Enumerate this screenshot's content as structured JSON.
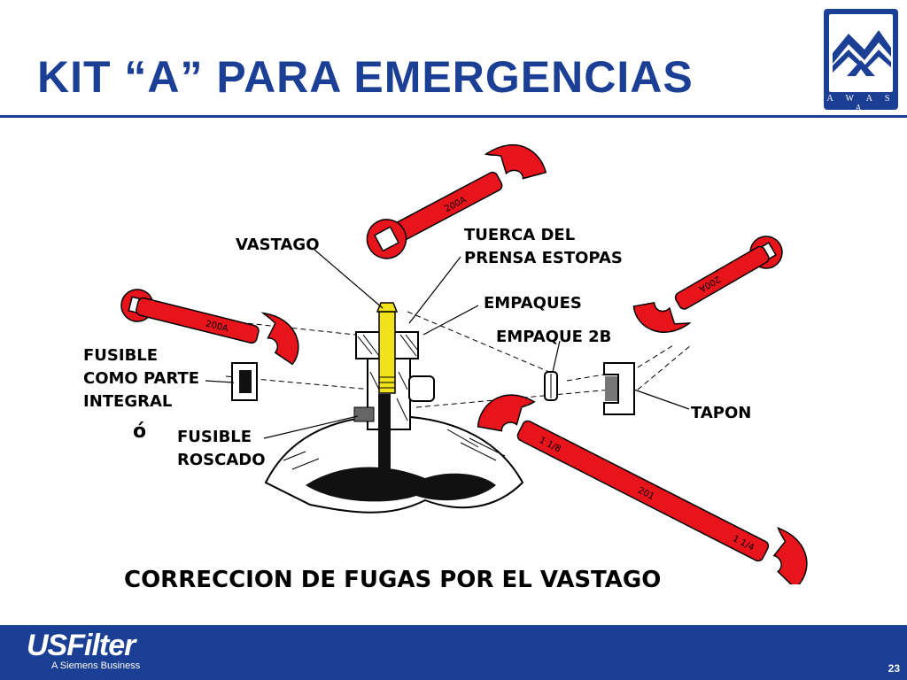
{
  "title": "KIT “A” PARA EMERGENCIAS",
  "logo": {
    "text": "A W A S A",
    "icon": "awasa-mountain-logo-icon"
  },
  "labels": {
    "vastago": "VASTAGO",
    "tuerca_line1": "TUERCA DEL",
    "tuerca_line2": "PRENSA ESTOPAS",
    "empaques": "EMPAQUES",
    "empaque_2b": "EMPAQUE 2B",
    "fusible_integral_line1": "FUSIBLE",
    "fusible_integral_line2": "COMO PARTE",
    "fusible_integral_line3": "INTEGRAL",
    "o_conjunction": "ó",
    "fusible_roscado_line1": "FUSIBLE",
    "fusible_roscado_line2": "ROSCADO",
    "tapon": "TAPON"
  },
  "wrench_markings": {
    "top": "200A",
    "left": "200A",
    "right": "200A",
    "long_end1": "1 1/8",
    "long_mid": "201",
    "long_end2": "1 1/4"
  },
  "caption": "CORRECCION DE FUGAS POR EL VASTAGO",
  "footer": {
    "brand": "USFilter",
    "subtitle": "A Siemens Business",
    "page_number": "23"
  },
  "colors": {
    "brand_blue": "#1b3f95",
    "wrench_red": "#e8141b",
    "stem_yellow": "#f2e21c"
  }
}
